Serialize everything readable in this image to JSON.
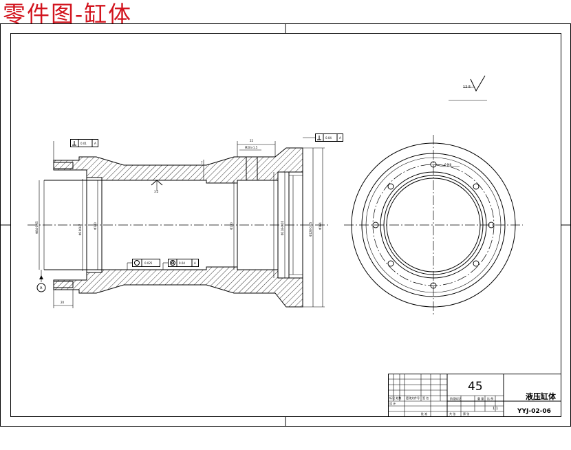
{
  "title": "零件图-缸体",
  "drawing": {
    "material": "45",
    "part_name": "液压缸体",
    "drawing_number": "YYJ-02-06",
    "scale": "1:1",
    "surface_finish": "12.5",
    "gd_t": {
      "perpendicularity_left": "0.01",
      "perpendicularity_right": "0.04",
      "concentricity": "0.025",
      "coaxiality": "0.04",
      "datum": "A"
    },
    "hole_note": "6-M8"
  }
}
